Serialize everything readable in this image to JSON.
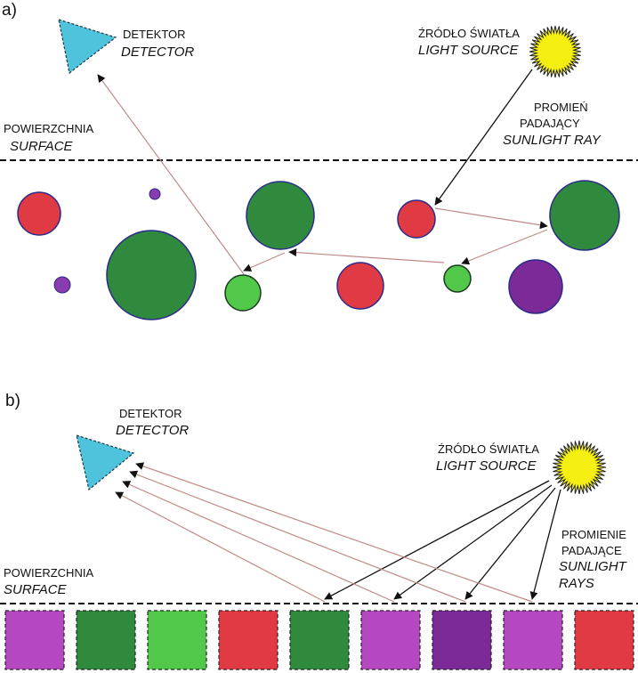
{
  "panel_a": {
    "label": "a)",
    "detector": {
      "pl": "DETEKTOR",
      "en": "DETECTOR"
    },
    "source": {
      "pl": "ŹRÓDŁO ŚWIATŁA",
      "en": "LIGHT SOURCE"
    },
    "ray": {
      "pl1": "PROMIEŃ",
      "pl2": "PADAJĄCY",
      "en": "SUNLIGHT RAY"
    },
    "surface": {
      "pl": "POWIERZCHNIA",
      "en": "SURFACE"
    }
  },
  "panel_b": {
    "label": "b)",
    "detector": {
      "pl": "DETEKTOR",
      "en": "DETECTOR"
    },
    "source": {
      "pl": "ŹRÓDŁO ŚWIATŁA",
      "en": "LIGHT SOURCE"
    },
    "rays": {
      "pl1": "PROMIENIE",
      "pl2": "PADAJĄCE",
      "en1": "SUNLIGHT",
      "en2": "RAYS"
    },
    "surface": {
      "pl": "POWIERZCHNIA",
      "en": "SURFACE"
    }
  },
  "colors": {
    "red": "#e03a45",
    "dark_green": "#2f8a3e",
    "light_green": "#52c84a",
    "purple": "#7b2a98",
    "magenta": "#b548c0",
    "cyan": "#4fc3dc",
    "sun": "#f4ef10",
    "ray_line": "#c08a88"
  },
  "squares": [
    "magenta",
    "dark_green",
    "light_green",
    "red",
    "dark_green",
    "magenta",
    "purple",
    "magenta",
    "red"
  ]
}
